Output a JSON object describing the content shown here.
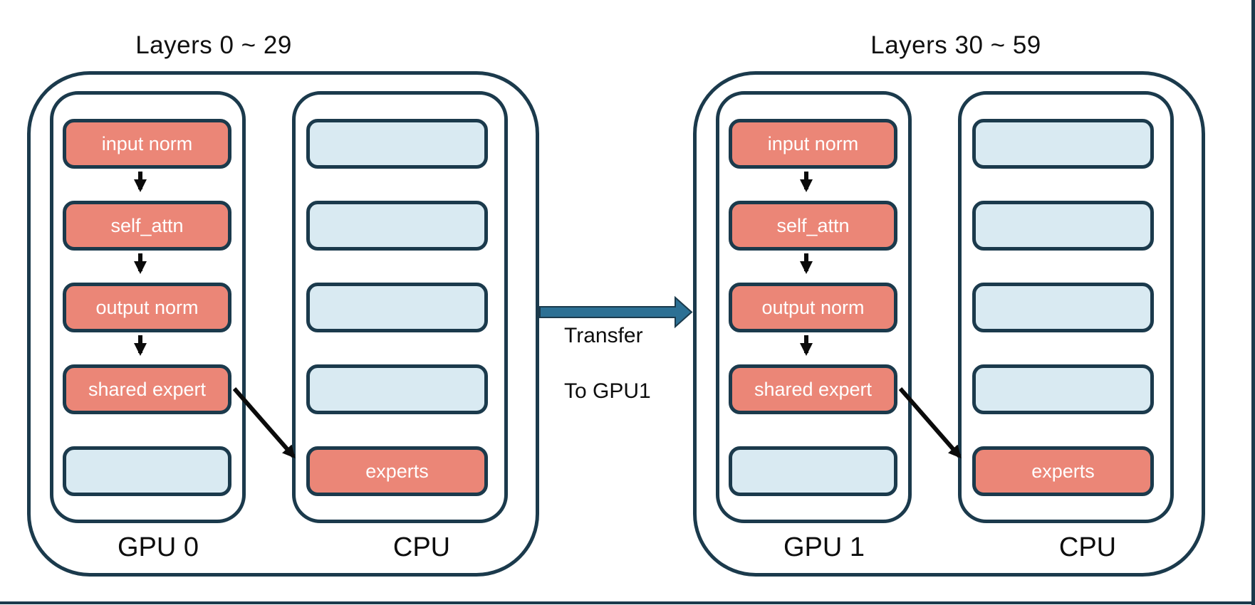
{
  "colors": {
    "outline_navy": "#1B3A4C",
    "salmon": "#EB8677",
    "light_blue": "#D9EAF2",
    "transfer_teal": "#2C7094",
    "arrow_black": "#0B0B0B",
    "text_black": "#0D0D0D",
    "box_text_white": "#FFFFFF",
    "background": "#FFFFFF"
  },
  "groups": [
    {
      "title": "Layers 0 ~ 29",
      "gpu": {
        "label": "GPU 0",
        "boxes": [
          {
            "label": "input norm",
            "style": "salmon"
          },
          {
            "label": "self_attn",
            "style": "salmon"
          },
          {
            "label": "output norm",
            "style": "salmon"
          },
          {
            "label": "shared expert",
            "style": "salmon"
          },
          {
            "label": "",
            "style": "blue"
          }
        ]
      },
      "cpu": {
        "label": "CPU",
        "boxes": [
          {
            "label": "",
            "style": "blue"
          },
          {
            "label": "",
            "style": "blue"
          },
          {
            "label": "",
            "style": "blue"
          },
          {
            "label": "",
            "style": "blue"
          },
          {
            "label": "experts",
            "style": "salmon"
          }
        ]
      }
    },
    {
      "title": "Layers 30 ~ 59",
      "gpu": {
        "label": "GPU 1",
        "boxes": [
          {
            "label": "input norm",
            "style": "salmon"
          },
          {
            "label": "self_attn",
            "style": "salmon"
          },
          {
            "label": "output norm",
            "style": "salmon"
          },
          {
            "label": "shared expert",
            "style": "salmon"
          },
          {
            "label": "",
            "style": "blue"
          }
        ]
      },
      "cpu": {
        "label": "CPU",
        "boxes": [
          {
            "label": "",
            "style": "blue"
          },
          {
            "label": "",
            "style": "blue"
          },
          {
            "label": "",
            "style": "blue"
          },
          {
            "label": "",
            "style": "blue"
          },
          {
            "label": "experts",
            "style": "salmon"
          }
        ]
      }
    }
  ],
  "transfer": {
    "line1": "Transfer",
    "line2": "To GPU1"
  }
}
